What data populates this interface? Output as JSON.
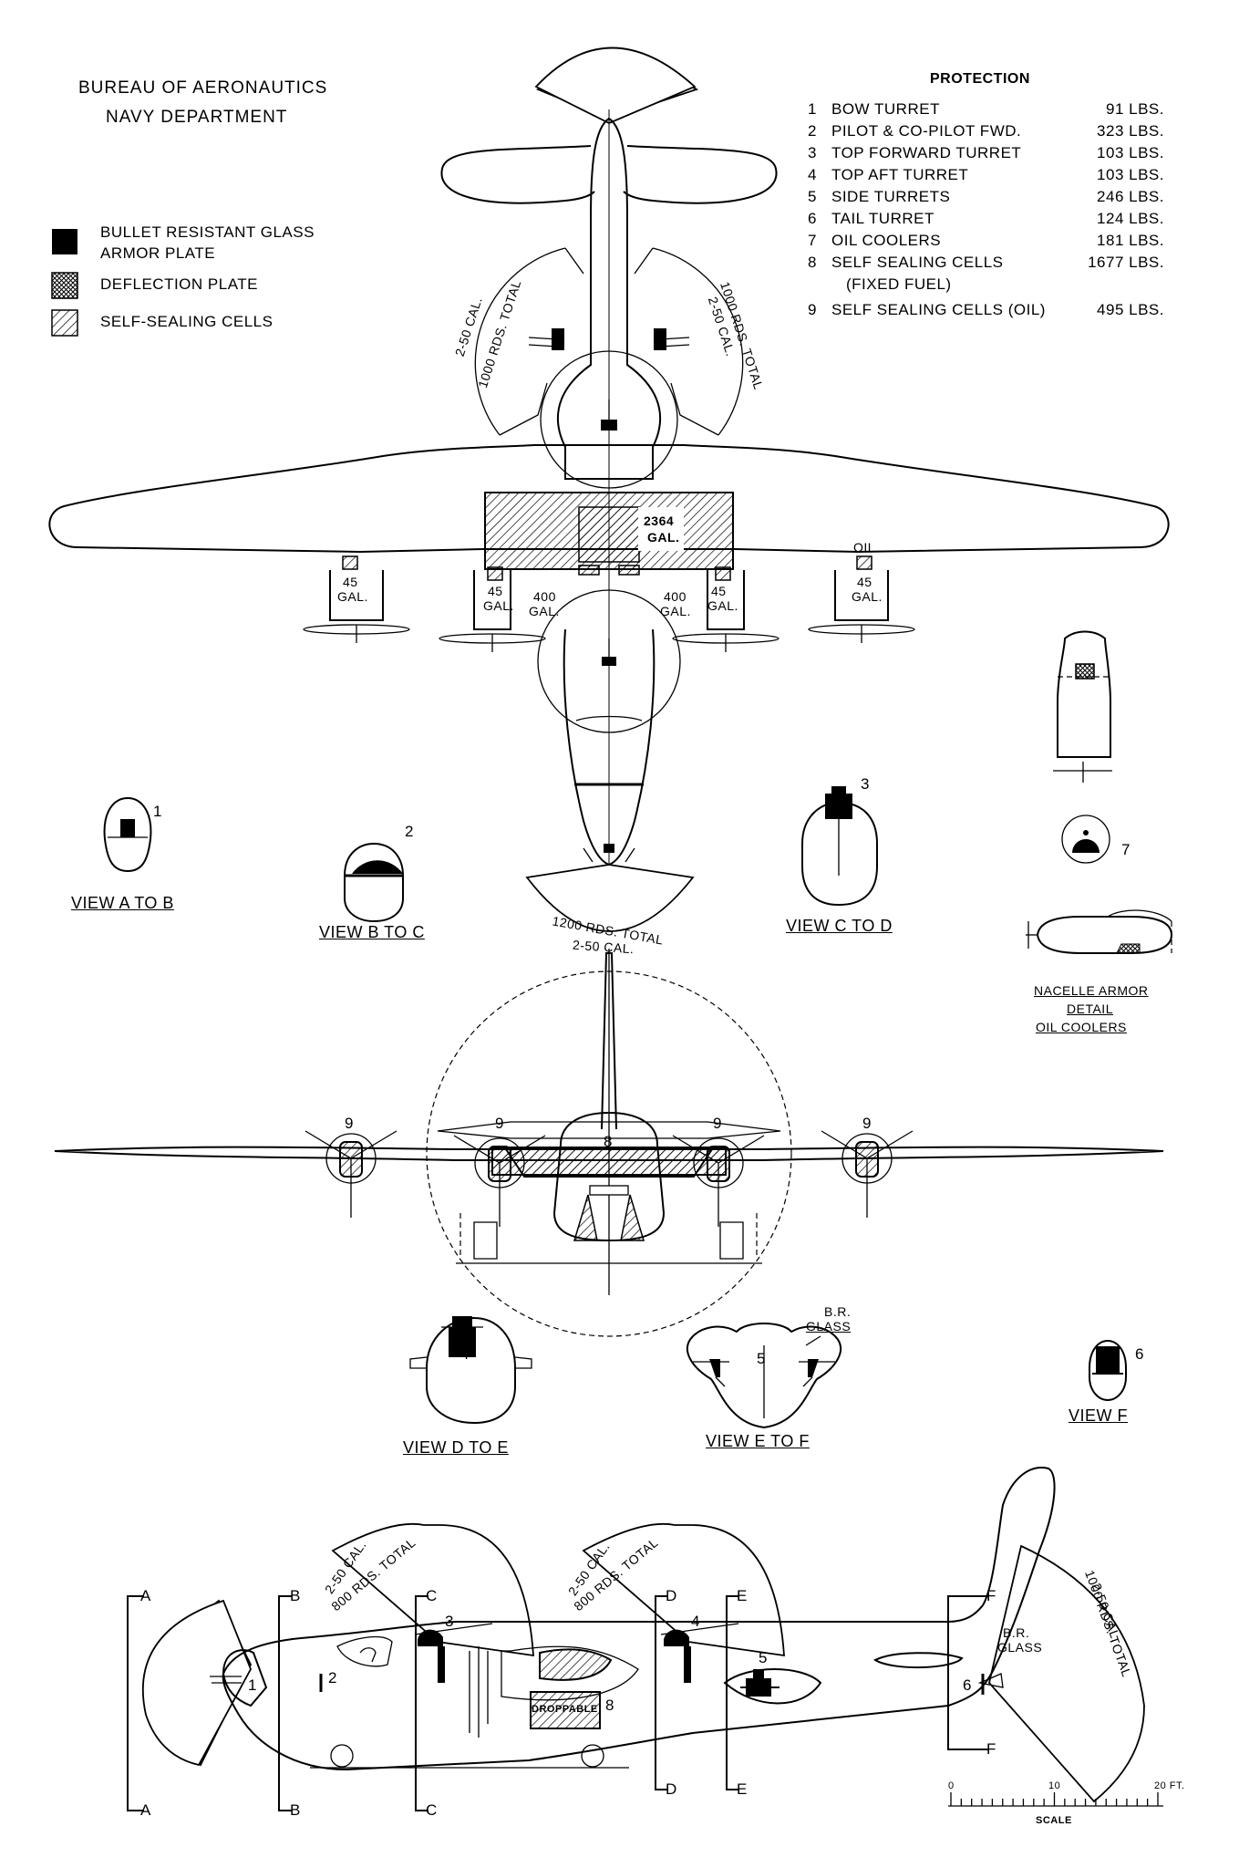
{
  "header": {
    "line1": "BUREAU OF AERONAUTICS",
    "line2": "NAVY DEPARTMENT"
  },
  "legend": [
    {
      "label_line1": "BULLET RESISTANT GLASS",
      "label_line2": "ARMOR PLATE",
      "fill": "solid"
    },
    {
      "label_line1": "DEFLECTION PLATE",
      "label_line2": "",
      "fill": "crosshatch"
    },
    {
      "label_line1": "SELF-SEALING CELLS",
      "label_line2": "",
      "fill": "hatch"
    }
  ],
  "protection": {
    "title": "PROTECTION",
    "rows": [
      {
        "num": "1",
        "item": "BOW TURRET",
        "weight": "91 LBS."
      },
      {
        "num": "2",
        "item": "PILOT & CO-PILOT FWD.",
        "weight": "323 LBS."
      },
      {
        "num": "3",
        "item": "TOP FORWARD TURRET",
        "weight": "103 LBS."
      },
      {
        "num": "4",
        "item": "TOP AFT TURRET",
        "weight": "103 LBS."
      },
      {
        "num": "5",
        "item": "SIDE TURRETS",
        "weight": "246 LBS."
      },
      {
        "num": "6",
        "item": "TAIL TURRET",
        "weight": "124 LBS."
      },
      {
        "num": "7",
        "item": "OIL COOLERS",
        "weight": "181 LBS."
      },
      {
        "num": "8",
        "item": "SELF SEALING CELLS",
        "item2": "(FIXED FUEL)",
        "weight": "1677 LBS."
      },
      {
        "num": "9",
        "item": "SELF SEALING CELLS (OIL)",
        "weight": "495 LBS."
      }
    ]
  },
  "plan_view": {
    "fuel_main": "2364",
    "fuel_main_unit": "GAL.",
    "tank_45": "45",
    "tank_400": "400",
    "gal": "GAL.",
    "oil": "OIL",
    "gun_left_1": "2-50 CAL.",
    "gun_left_2": "1000 RDS. TOTAL",
    "gun_right_1": "2-50 CAL.",
    "gun_right_2": "1000 RDS. TOTAL",
    "gun_tail_1": "1200 RDS. TOTAL",
    "gun_tail_2": "2-50 CAL."
  },
  "views": {
    "a_to_b": "VIEW A TO B",
    "b_to_c": "VIEW B TO C",
    "c_to_d": "VIEW C TO D",
    "d_to_e": "VIEW D TO E",
    "e_to_f": "VIEW E TO F",
    "f": "VIEW F",
    "nacelle_1": "NACELLE ARMOR",
    "nacelle_2": "DETAIL",
    "nacelle_3": "OIL COOLERS",
    "br_1": "B.R.",
    "br_2": "GLASS"
  },
  "numbers": [
    "1",
    "2",
    "3",
    "4",
    "5",
    "6",
    "7",
    "8",
    "9"
  ],
  "side_view": {
    "sections": [
      "A",
      "B",
      "C",
      "D",
      "E",
      "F"
    ],
    "gun1_1": "2-50 CAL.",
    "gun1_2": "800 RDS. TOTAL",
    "gun2_1": "2-50 CAL.",
    "gun2_2": "800 RDS. TOTAL",
    "gun3_1": "2-50 CAL.",
    "gun3_2": "1000 RDS. TOTAL",
    "droppable": "DROPPABLE",
    "br_1": "B.R.",
    "br_2": "GLASS"
  },
  "scale": {
    "t0": "0",
    "t10": "10",
    "t20": "20 FT.",
    "label": "SCALE"
  }
}
